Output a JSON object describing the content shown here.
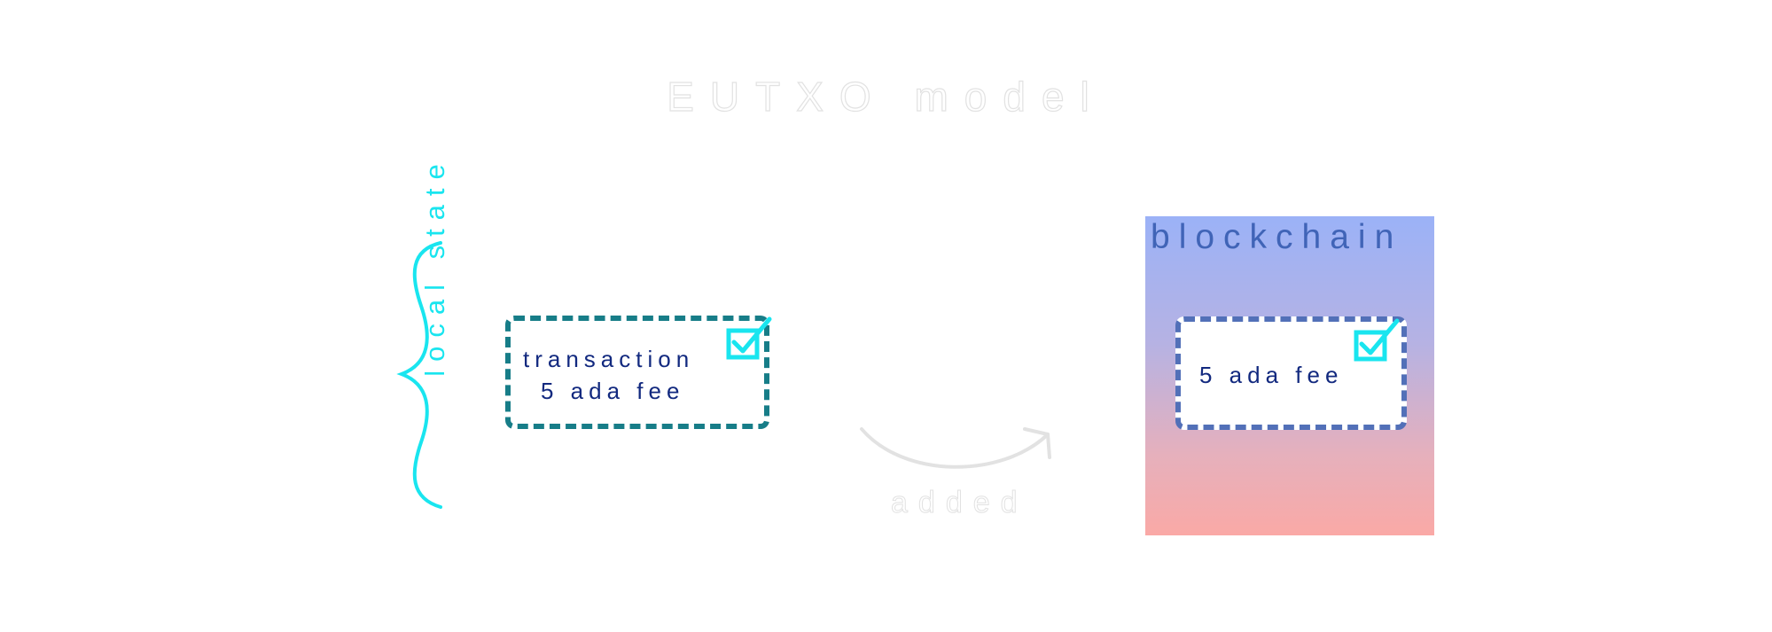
{
  "title": "EUTXO model",
  "local_state_label": "local state",
  "transaction": {
    "label": "transaction",
    "fee": "5 ada fee"
  },
  "arrow_label": "added",
  "blockchain": {
    "title": "blockchain",
    "fee": "5 ada fee"
  },
  "colors": {
    "accent_cyan": "#19e5ef",
    "tx_border": "#177d88",
    "text_navy": "#12297f",
    "chain_title": "#4064b7",
    "chain_gradient_top": "#9bb2f7",
    "chain_gradient_bottom": "#faa9a6"
  }
}
